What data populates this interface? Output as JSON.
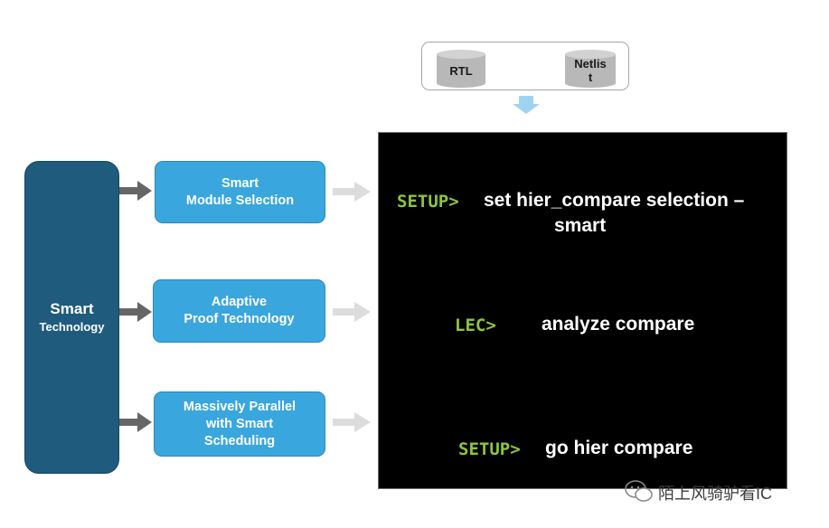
{
  "sources": [
    {
      "label": "RTL"
    },
    {
      "label": "Netlis\nt"
    }
  ],
  "smart_technology": {
    "title": "Smart",
    "subtitle": "Technology"
  },
  "features": [
    {
      "label": "Smart\nModule Selection"
    },
    {
      "label": "Adaptive\nProof Technology"
    },
    {
      "label": "Massively Parallel\nwith Smart\nScheduling"
    }
  ],
  "terminal": {
    "commands": [
      {
        "prompt": "SETUP>",
        "text": "set hier_compare selection –",
        "continuation": "smart"
      },
      {
        "prompt": "LEC>",
        "text": "analyze compare"
      },
      {
        "prompt": "SETUP>",
        "text": "go hier compare"
      }
    ]
  },
  "watermark": {
    "text": "陌上风骑驴看IC"
  },
  "colors": {
    "dark_block": "#1f5b7d",
    "feature_box": "#3aa6de",
    "prompt_green": "#8cc63f",
    "terminal_bg": "#000000",
    "arrow_dark": "#666666",
    "arrow_light": "#dcdcdc",
    "down_arrow": "#9fd3f2"
  }
}
